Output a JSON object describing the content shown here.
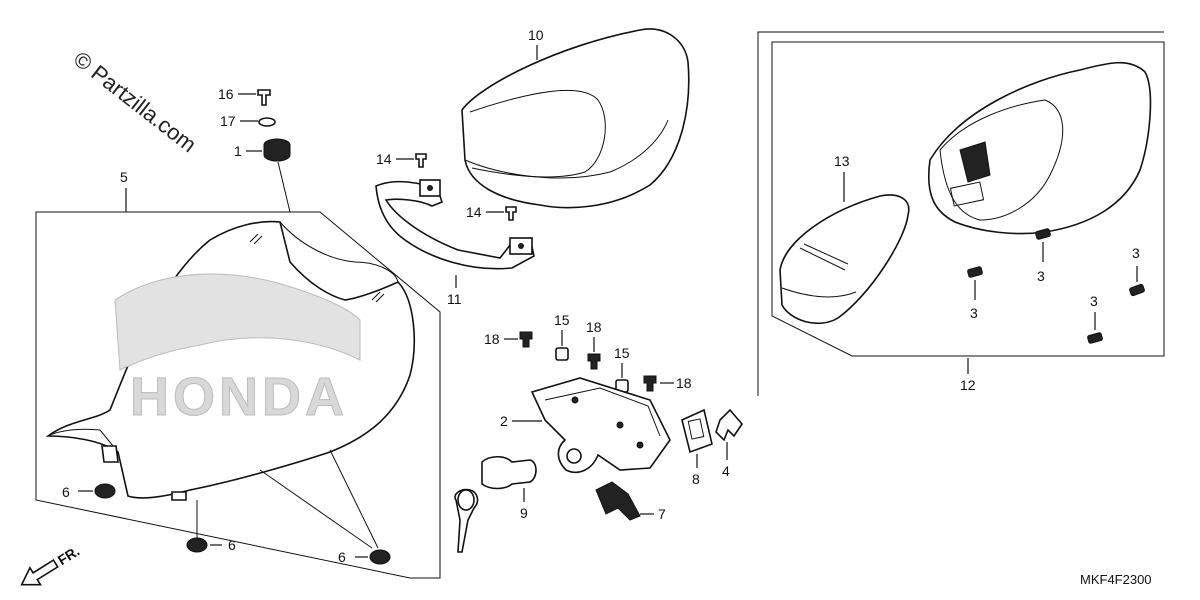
{
  "watermark": "© Partzilla.com",
  "diagram_code": "MKF4F2300",
  "direction": "FR.",
  "seat_logo_text": "HONDA",
  "callouts": {
    "c1": "1",
    "c2": "2",
    "c3a": "3",
    "c3b": "3",
    "c3c": "3",
    "c3d": "3",
    "c4": "4",
    "c5": "5",
    "c6a": "6",
    "c6b": "6",
    "c6c": "6",
    "c7": "7",
    "c8": "8",
    "c9": "9",
    "c10": "10",
    "c11": "11",
    "c12": "12",
    "c13": "13",
    "c14a": "14",
    "c14b": "14",
    "c15a": "15",
    "c15b": "15",
    "c16": "16",
    "c17": "17",
    "c18a": "18",
    "c18b": "18",
    "c18c": "18"
  }
}
